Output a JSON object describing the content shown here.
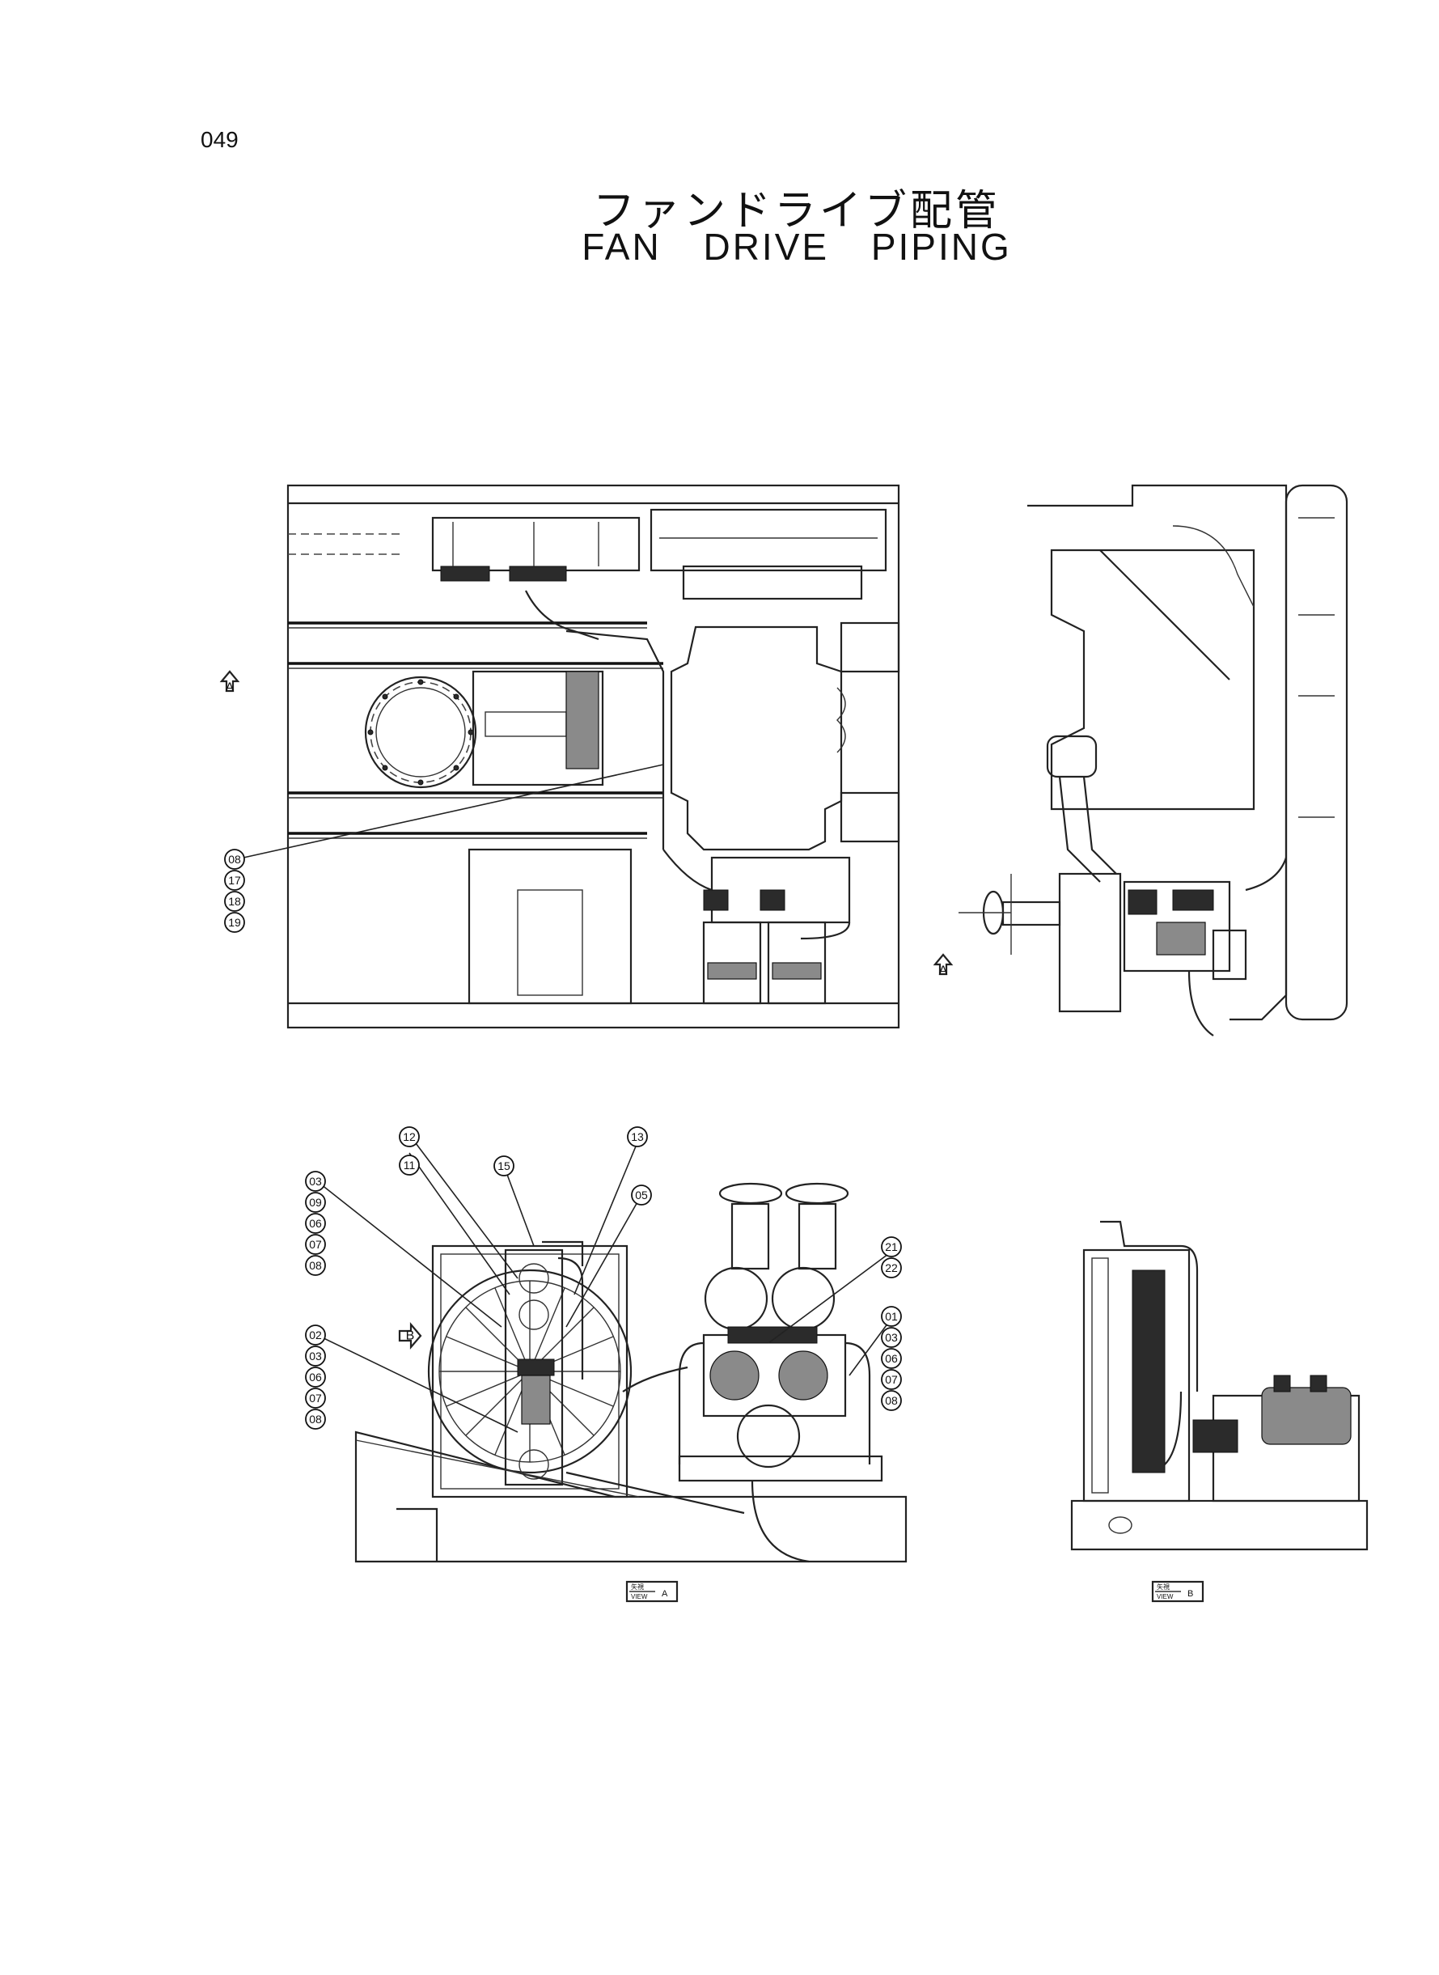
{
  "page_number": "049",
  "title": {
    "japanese": "ファンドライブ配管",
    "english": "FAN   DRIVE   PIPING"
  },
  "view_markers": {
    "arrow_a": "A",
    "arrow_b": "B"
  },
  "view_labels": {
    "view_a": {
      "jp": "矢視",
      "en": "VIEW",
      "letter": "A"
    },
    "view_b": {
      "jp": "矢視",
      "en": "VIEW",
      "letter": "B"
    }
  },
  "callouts": {
    "top_left_stack": [
      "08",
      "17",
      "18",
      "19"
    ],
    "bottom_left_stack_1": [
      "03",
      "09",
      "06",
      "07",
      "08"
    ],
    "bottom_left_stack_2": [
      "02",
      "03",
      "06",
      "07",
      "08"
    ],
    "bottom_top_row": [
      "12",
      "11",
      "15",
      "13",
      "05"
    ],
    "bottom_right_pair": [
      "21",
      "22"
    ],
    "bottom_right_stack": [
      "01",
      "03",
      "06",
      "07",
      "08"
    ]
  }
}
